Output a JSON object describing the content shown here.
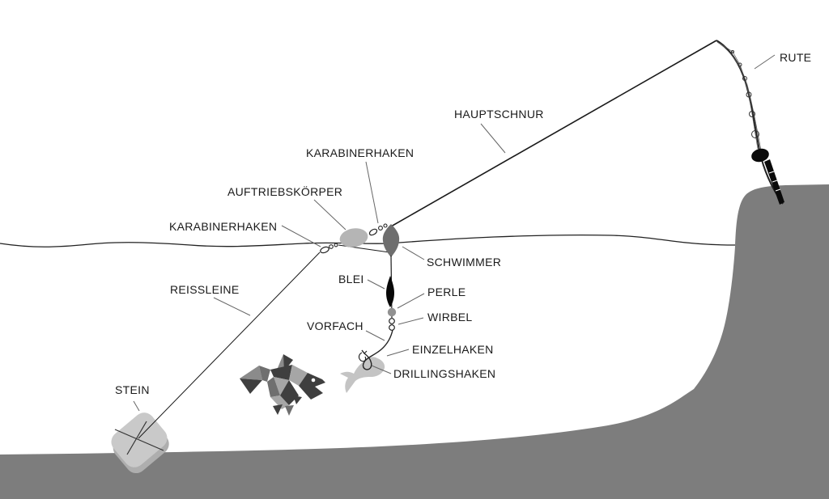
{
  "labels": {
    "rute": "RUTE",
    "hauptschnur": "HAUPTSCHNUR",
    "karabinerhaken_top": "KARABINERHAKEN",
    "auftriebskoerper": "AUFTRIEBSKÖRPER",
    "karabinerhaken_left": "KARABINERHAKEN",
    "schwimmer": "SCHWIMMER",
    "blei": "BLEI",
    "perle": "PERLE",
    "wirbel": "WIRBEL",
    "vorfach": "VORFACH",
    "einzelhaken": "EINZELHAKEN",
    "drillingshaken": "DRILLINGSHAKEN",
    "reissleine": "REISSLEINE",
    "stein": "STEIN"
  },
  "colors": {
    "background": "#ffffff",
    "ground": "#7d7d7d",
    "water_line": "#222222",
    "main_line": "#1a1a1a",
    "pointer_line": "#666666",
    "stone": "#c9c9c9",
    "stone_shadow": "#aeaeae",
    "buoy": "#b5b5b5",
    "float": "#6e6e6e",
    "lead": "#080808",
    "bead": "#919191",
    "bait_fish": "#c4c4c4",
    "fish_dark": "#3f3f3f",
    "fish_mid": "#6f6f6f",
    "fish_midlight": "#8b8b8b",
    "fish_light": "#a6a6a6",
    "rod_dark": "#0a0a0a"
  }
}
